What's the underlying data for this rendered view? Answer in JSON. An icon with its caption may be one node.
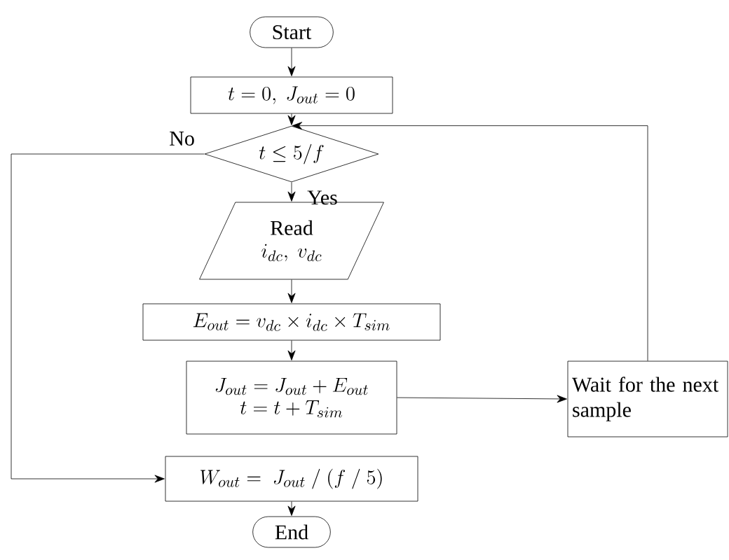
{
  "diagram": {
    "nodes": [
      {
        "text": [
          "Start"
        ]
      },
      {
        "text": [
          "t = 0,\\ J_{out} = 0"
        ]
      },
      {
        "text": [
          "t \\le 5/f"
        ]
      },
      {
        "text": [
          "Read",
          "i_{dc},\\ v_{dc}"
        ]
      },
      {
        "text": [
          "E_{out} = v_{dc} \\times i_{dc} \\times T_{sim}"
        ]
      },
      {
        "text": [
          "J_{out} = J_{out} + E_{out}",
          "t = t + T_{sim}"
        ]
      },
      {
        "text": [
          "W_{out} =\\ J_{out}\\ /\\ (f\\ /\\ 5)"
        ]
      },
      {
        "text": [
          "End"
        ]
      },
      {
        "text": [
          "Wait for the next sample"
        ]
      }
    ],
    "edges": [
      {
        "from": 0,
        "to": 1,
        "arrow": "to"
      },
      {
        "from": 1,
        "to": 2,
        "arrow": "to"
      },
      {
        "from": 2,
        "to": 3,
        "arrow": "to",
        "label": "Yes"
      },
      {
        "from": 3,
        "to": 4,
        "arrow": "to"
      },
      {
        "from": 4,
        "to": 5,
        "arrow": "to"
      },
      {
        "from": 5,
        "to": 8,
        "arrow": "to"
      },
      {
        "from": 8,
        "to": 2,
        "arrow": "to"
      },
      {
        "from": 2,
        "to": 6,
        "arrow": "to",
        "label": "No"
      },
      {
        "from": 6,
        "to": 7,
        "arrow": "to"
      }
    ]
  }
}
